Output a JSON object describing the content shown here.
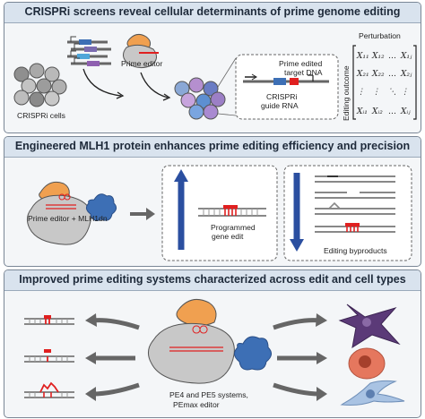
{
  "panels": {
    "screens": {
      "title": "CRISPRi screens reveal cellular determinants of prime genome editing",
      "crispri_cells_label": "CRISPRi cells",
      "prime_editor_label": "Prime editor",
      "target_dna_label_line1": "Prime edited",
      "target_dna_label_line2": "target DNA",
      "guide_label_line1": "CRISPRi",
      "guide_label_line2": "guide RNA",
      "perturbation_label": "Perturbation",
      "outcome_label": "Editing outcome",
      "matrix": [
        [
          "X₁₁",
          "X₁₂",
          "…",
          "X₁ⱼ"
        ],
        [
          "X₂₁",
          "X₂₂",
          "…",
          "X₂ⱼ"
        ],
        [
          "⋮",
          "⋮",
          "⋱",
          "⋮"
        ],
        [
          "Xᵢ₁",
          "Xᵢ₂",
          "…",
          "Xᵢⱼ"
        ]
      ]
    },
    "mlh1": {
      "title": "Engineered MLH1 protein enhances prime editing efficiency and precision",
      "editor_label_part1": "Prime editor + ",
      "editor_label_part2": "MLH1dn",
      "programmed_line1": "Programmed",
      "programmed_line2": "gene edit",
      "byproducts_label": "Editing byproducts"
    },
    "improved": {
      "title": "Improved prime editing systems characterized across edit and cell types",
      "systems_line1": "PE4 and PE5 systems,",
      "systems_line2": "PEmax editor"
    }
  },
  "colors": {
    "panel_header": "#d9e3ee",
    "panel_border": "#7a8796",
    "editor_orange": "#f0a050",
    "editor_gray": "#c8c8c8",
    "mlh1dn_blue": "#3d6fb5",
    "edit_red": "#e02020",
    "increase_arrow": "#2b4fa0",
    "neuron_purple": "#5b3a78",
    "cell_salmon": "#e5775e",
    "fibroblast_blue": "#a9c3e3"
  }
}
